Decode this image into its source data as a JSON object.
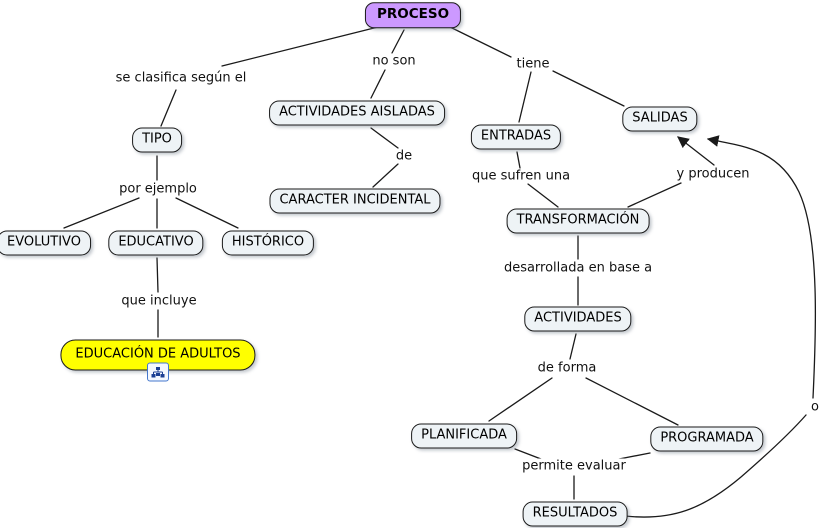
{
  "colors": {
    "background": "#ffffff",
    "node_fill": "#eef3f6",
    "node_border": "#1a1a1a",
    "root_fill": "#cc99ff",
    "highlight_fill": "#ffff00",
    "line": "#1a1a1a",
    "icon_border": "#4477cc",
    "icon_glyph": "#1c3f94"
  },
  "nodes": {
    "proceso": {
      "label": "PROCESO",
      "fill": "#cc99ff"
    },
    "tipo": {
      "label": "TIPO"
    },
    "actividades_aisladas": {
      "label": "ACTIVIDADES AISLADAS"
    },
    "caracter_incidental": {
      "label": "CARACTER INCIDENTAL"
    },
    "entradas": {
      "label": "ENTRADAS"
    },
    "salidas": {
      "label": "SALIDAS"
    },
    "evolutivo": {
      "label": "EVOLUTIVO"
    },
    "educativo": {
      "label": "EDUCATIVO"
    },
    "historico": {
      "label": "HISTÓRICO"
    },
    "transformacion": {
      "label": "TRANSFORMACIÓN"
    },
    "actividades": {
      "label": "ACTIVIDADES"
    },
    "educacion_de_adultos": {
      "label": "EDUCACIÓN DE ADULTOS",
      "fill": "#ffff00",
      "icon": "concept-map-resource-icon"
    },
    "planificada": {
      "label": "PLANIFICADA"
    },
    "programada": {
      "label": "PROGRAMADA"
    },
    "resultados": {
      "label": "RESULTADOS"
    }
  },
  "linking_phrases": {
    "se_clasifica": "se clasifica según el",
    "no_son": "no son",
    "tiene": "tiene",
    "por_ejemplo": "por ejemplo",
    "de": "de",
    "que_incluye": "que incluye",
    "que_sufren_una": "que sufren una",
    "y_producen": "y producen",
    "desarrollada_en_base_a": "desarrollada en base a",
    "de_forma": "de forma",
    "permite_evaluar": "permite evaluar",
    "o": "o"
  }
}
